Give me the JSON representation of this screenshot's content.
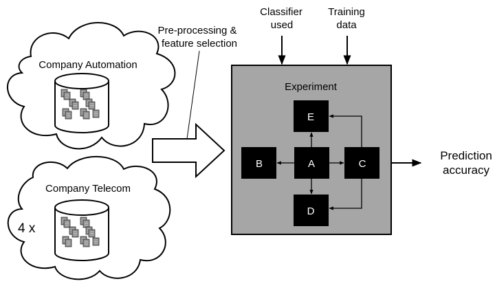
{
  "inputs": {
    "classifier": [
      "Classifier",
      "used"
    ],
    "training": [
      "Training",
      "data"
    ],
    "preprocessing": [
      "Pre-processing &",
      "feature selection"
    ]
  },
  "clouds": {
    "automation": {
      "label": "Company Automation",
      "multiplier": ""
    },
    "telecom": {
      "label": "Company Telecom",
      "multiplier": "4 x"
    }
  },
  "experiment": {
    "title": "Experiment",
    "nodes": {
      "a": "A",
      "b": "B",
      "c": "C",
      "d": "D",
      "e": "E"
    }
  },
  "output": [
    "Prediction",
    "accuracy"
  ],
  "colors": {
    "experiment_fill": "#a6a6a6",
    "node_fill": "#000000",
    "node_text": "#ffffff",
    "stroke": "#000000"
  }
}
